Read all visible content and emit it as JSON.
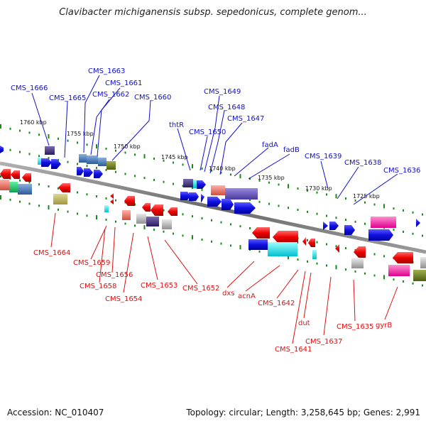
{
  "title": "Clavibacter michiganensis subsp. sepedonicus, complete genom...",
  "accession_text": "Accession: NC_010407",
  "topology_text": "Topology: circular; Length: 3,258,645 bp; Genes: 2,991",
  "colors": {
    "forward_label": "#1010cc",
    "reverse_label": "#dd1111",
    "backbone": "#808080",
    "tick": "#1a8a1a",
    "forward_gene": "#1a1ae6",
    "reverse_gene": "#f01010"
  },
  "scale_labels": [
    "1760 kbp",
    "1755 kbp",
    "1750 kbp",
    "1745 kbp",
    "1740 kbp",
    "1735 kbp",
    "1730 kbp",
    "1725 kbp"
  ],
  "forward_gene_labels": [
    "CMS_1666",
    "CMS_1665",
    "CMS_1663",
    "CMS_1661",
    "CMS_1662",
    "CMS_1660",
    "thtR",
    "CMS_1649",
    "CMS_1648",
    "CMS_1650",
    "CMS_1647",
    "fadA",
    "fadB",
    "CMS_1639",
    "CMS_1638",
    "CMS_1636"
  ],
  "reverse_gene_labels": [
    "CMS_1664",
    "CMS_1659",
    "CMS_1656",
    "CMS_1658",
    "CMS_1654",
    "CMS_1653",
    "CMS_1652",
    "dxs",
    "acnA",
    "CMS_1642",
    "dut",
    "CMS_1641",
    "CMS_1637",
    "CMS_1635",
    "gyrB"
  ]
}
